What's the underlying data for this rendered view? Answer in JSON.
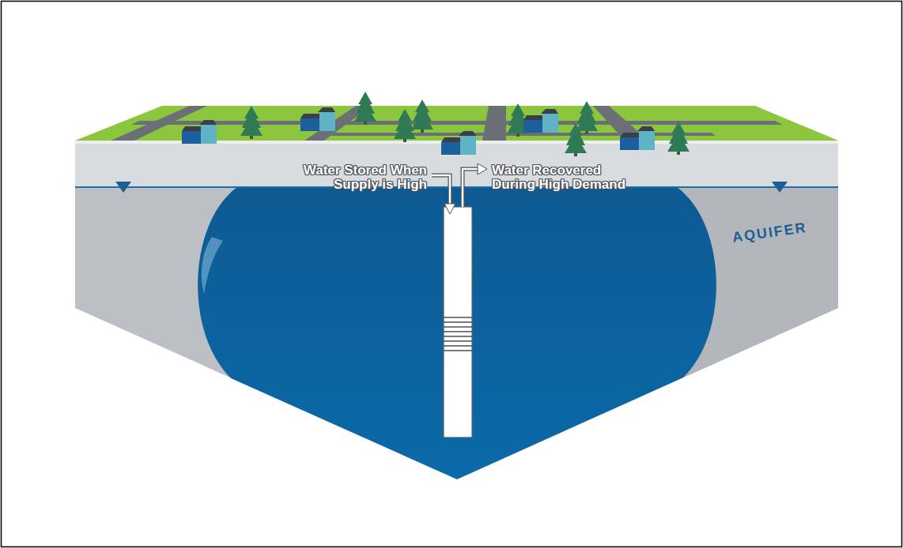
{
  "diagram": {
    "labels": [
      "Water Stored When Supply is High",
      "Water Recovered During High Demand",
      "AQUIFER"
    ]
  }
}
